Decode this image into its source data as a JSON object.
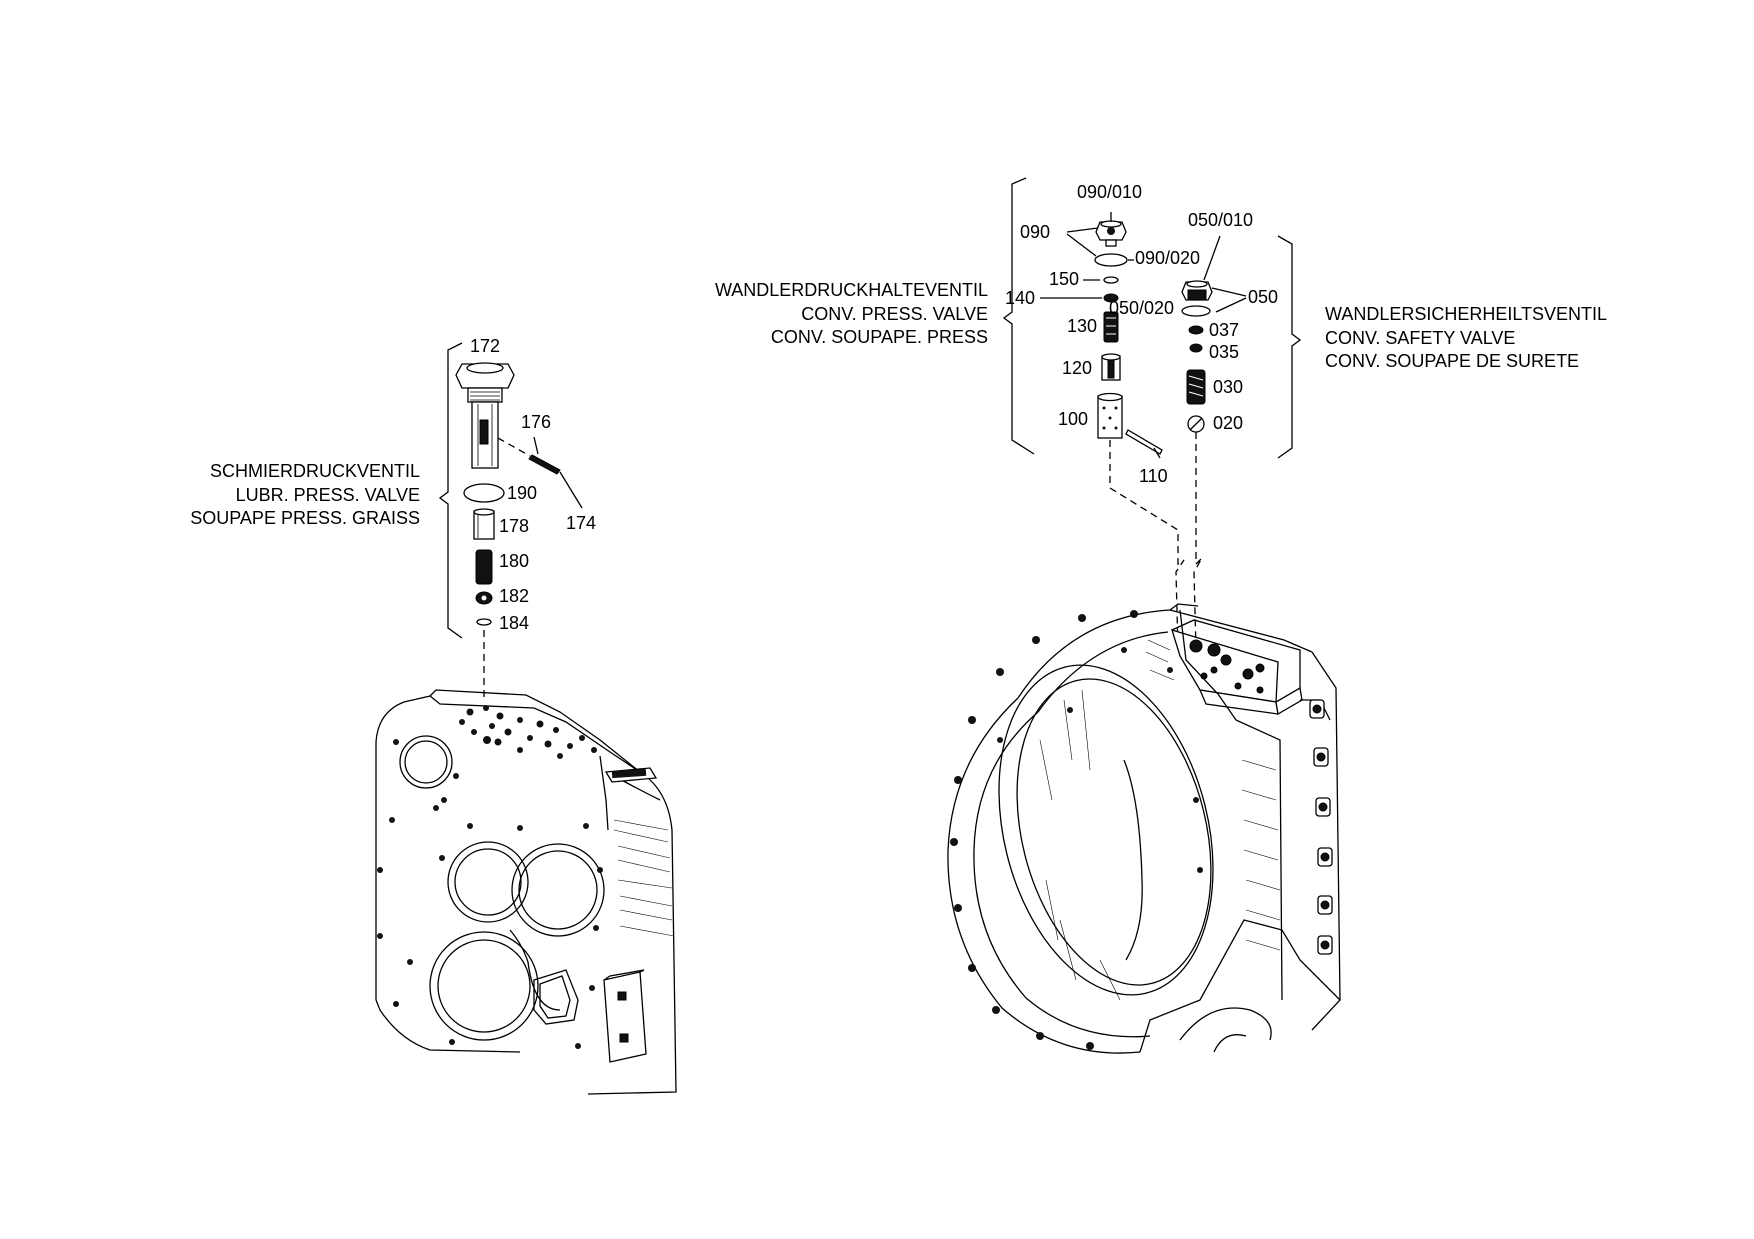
{
  "groups": {
    "lubr": {
      "lines": [
        "SCHMIERDRUCKVENTIL",
        "LUBR. PRESS. VALVE",
        "SOUPAPE PRESS. GRAISS"
      ]
    },
    "conv_press": {
      "lines": [
        "WANDLERDRUCKHALTEVENTIL",
        "CONV. PRESS. VALVE",
        "CONV. SOUPAPE. PRESS"
      ]
    },
    "conv_safety": {
      "lines": [
        "WANDLERSICHERHEILTSVENTIL",
        "CONV. SAFETY VALVE",
        "CONV. SOUPAPE DE SURETE"
      ]
    }
  },
  "callouts": {
    "p172": "172",
    "p176": "176",
    "p174": "174",
    "p190": "190",
    "p178": "178",
    "p180": "180",
    "p182": "182",
    "p184": "184",
    "p090_010": "090/010",
    "p090": "090",
    "p090_020": "090/020",
    "p150": "150",
    "p140": "140",
    "p130": "130",
    "p120": "120",
    "p100": "100",
    "p110": "110",
    "p050_010": "050/010",
    "p050": "050",
    "p050_020": "050/020",
    "p037": "037",
    "p035": "035",
    "p030": "030",
    "p020": "020"
  }
}
